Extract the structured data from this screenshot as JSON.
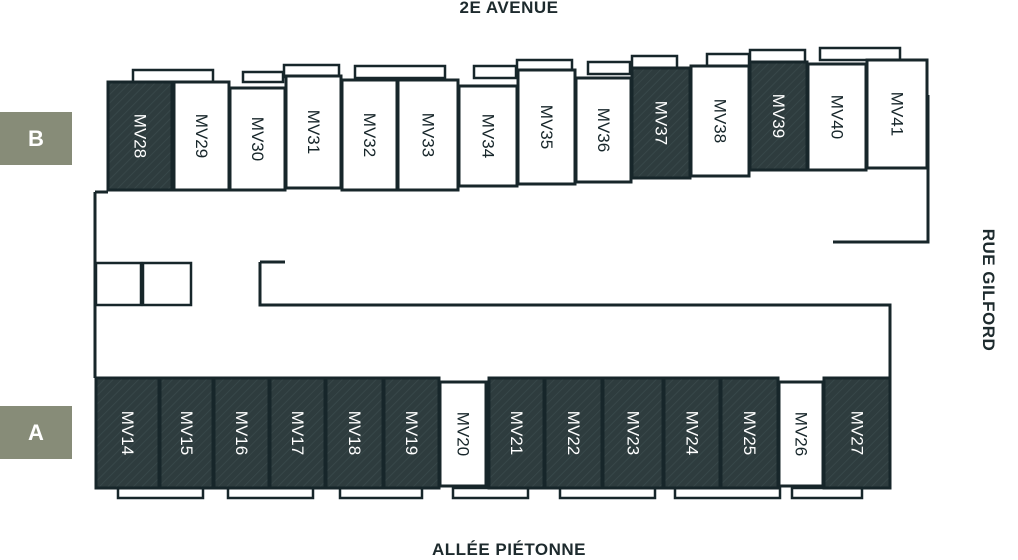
{
  "streets": {
    "north": "2E AVENUE",
    "south": "ALLÉE PIÉTONNE",
    "east": "RUE GILFORD"
  },
  "blocks": [
    {
      "label": "B",
      "units": [
        {
          "id": "MV28",
          "status": "highlighted"
        },
        {
          "id": "MV29",
          "status": "plain"
        },
        {
          "id": "MV30",
          "status": "plain"
        },
        {
          "id": "MV31",
          "status": "plain"
        },
        {
          "id": "MV32",
          "status": "plain"
        },
        {
          "id": "MV33",
          "status": "plain"
        },
        {
          "id": "MV34",
          "status": "plain"
        },
        {
          "id": "MV35",
          "status": "plain"
        },
        {
          "id": "MV36",
          "status": "plain"
        },
        {
          "id": "MV37",
          "status": "highlighted"
        },
        {
          "id": "MV38",
          "status": "plain"
        },
        {
          "id": "MV39",
          "status": "highlighted"
        },
        {
          "id": "MV40",
          "status": "plain"
        },
        {
          "id": "MV41",
          "status": "plain"
        }
      ]
    },
    {
      "label": "A",
      "units": [
        {
          "id": "MV14",
          "status": "highlighted"
        },
        {
          "id": "MV15",
          "status": "highlighted"
        },
        {
          "id": "MV16",
          "status": "highlighted"
        },
        {
          "id": "MV17",
          "status": "highlighted"
        },
        {
          "id": "MV18",
          "status": "highlighted"
        },
        {
          "id": "MV19",
          "status": "highlighted"
        },
        {
          "id": "MV20",
          "status": "plain"
        },
        {
          "id": "MV21",
          "status": "highlighted"
        },
        {
          "id": "MV22",
          "status": "highlighted"
        },
        {
          "id": "MV23",
          "status": "highlighted"
        },
        {
          "id": "MV24",
          "status": "highlighted"
        },
        {
          "id": "MV25",
          "status": "highlighted"
        },
        {
          "id": "MV26",
          "status": "plain"
        },
        {
          "id": "MV27",
          "status": "highlighted"
        }
      ]
    }
  ],
  "colors": {
    "highlighted_fill": "#2e3c3e",
    "plain_fill": "#ffffff",
    "outline": "#17262a",
    "badge": "#878c78"
  }
}
